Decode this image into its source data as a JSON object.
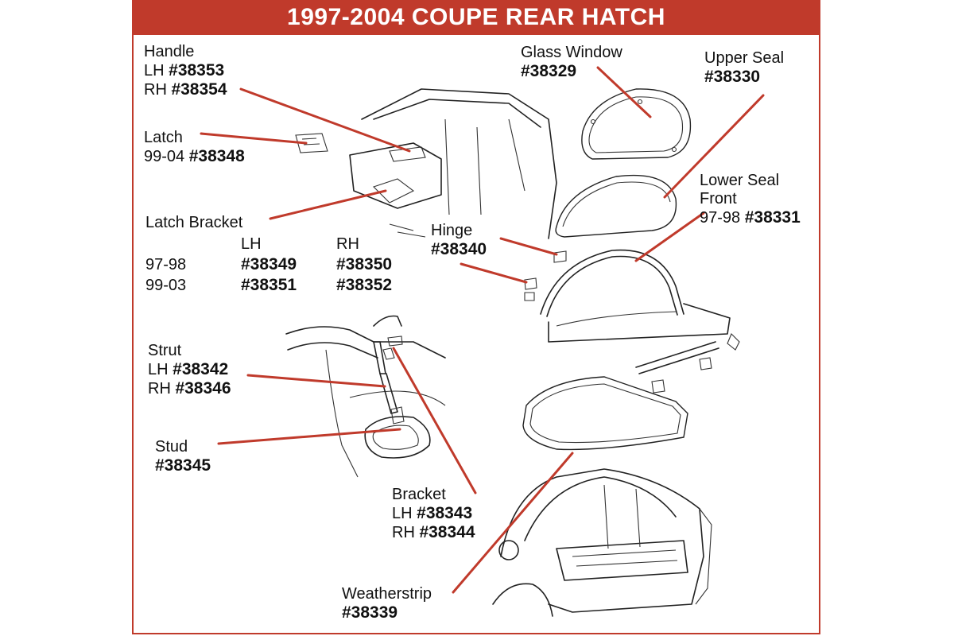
{
  "title": "1997-2004 COUPE REAR HATCH",
  "colors": {
    "accent": "#c03a2b",
    "ink": "#222222"
  },
  "parts": {
    "handle": {
      "name": "Handle",
      "lh_prefix": "LH",
      "lh": "#38353",
      "rh_prefix": "RH",
      "rh": "#38354"
    },
    "latch": {
      "name": "Latch",
      "prefix": "99-04",
      "part": "#38348"
    },
    "latch_bracket": {
      "name": "Latch Bracket",
      "col_lh": "LH",
      "col_rh": "RH",
      "rows": [
        {
          "year": "97-98",
          "lh": "#38349",
          "rh": "#38350"
        },
        {
          "year": "99-03",
          "lh": "#38351",
          "rh": "#38352"
        }
      ]
    },
    "glass_window": {
      "name": "Glass Window",
      "part": "#38329"
    },
    "upper_seal": {
      "name": "Upper Seal",
      "part": "#38330"
    },
    "lower_seal_front": {
      "name_line1": "Lower Seal",
      "name_line2": "Front",
      "prefix": "97-98",
      "part": "#38331"
    },
    "hinge": {
      "name": "Hinge",
      "part": "#38340"
    },
    "strut": {
      "name": "Strut",
      "lh_prefix": "LH",
      "lh": "#38342",
      "rh_prefix": "RH",
      "rh": "#38346"
    },
    "stud": {
      "name": "Stud",
      "part": "#38345"
    },
    "bracket": {
      "name": "Bracket",
      "lh_prefix": "LH",
      "lh": "#38343",
      "rh_prefix": "RH",
      "rh": "#38344"
    },
    "weatherstrip": {
      "name": "Weatherstrip",
      "part": "#38339"
    }
  }
}
